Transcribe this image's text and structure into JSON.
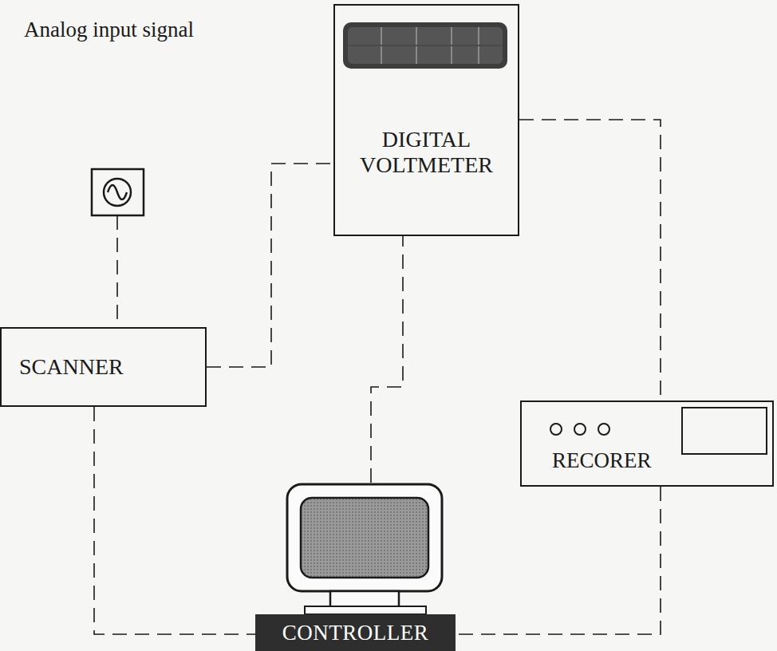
{
  "diagram": {
    "nodes": [
      {
        "text": [
          "DIGITAL VOLTMETER"
        ]
      },
      {
        "text": [
          "SCANNER"
        ]
      },
      {
        "text": [
          "RECORER"
        ]
      },
      {
        "text": [
          "CONTROLLER"
        ]
      }
    ],
    "edges": [
      {
        "from": 1,
        "to": 0,
        "arrow": "none"
      },
      {
        "from": 3,
        "to": 0,
        "arrow": "none"
      },
      {
        "from": 0,
        "to": 2,
        "arrow": "none"
      },
      {
        "from": 1,
        "to": 3,
        "arrow": "none"
      },
      {
        "from": 2,
        "to": 3,
        "arrow": "none"
      }
    ],
    "labels": [
      "Analog input signal"
    ]
  }
}
